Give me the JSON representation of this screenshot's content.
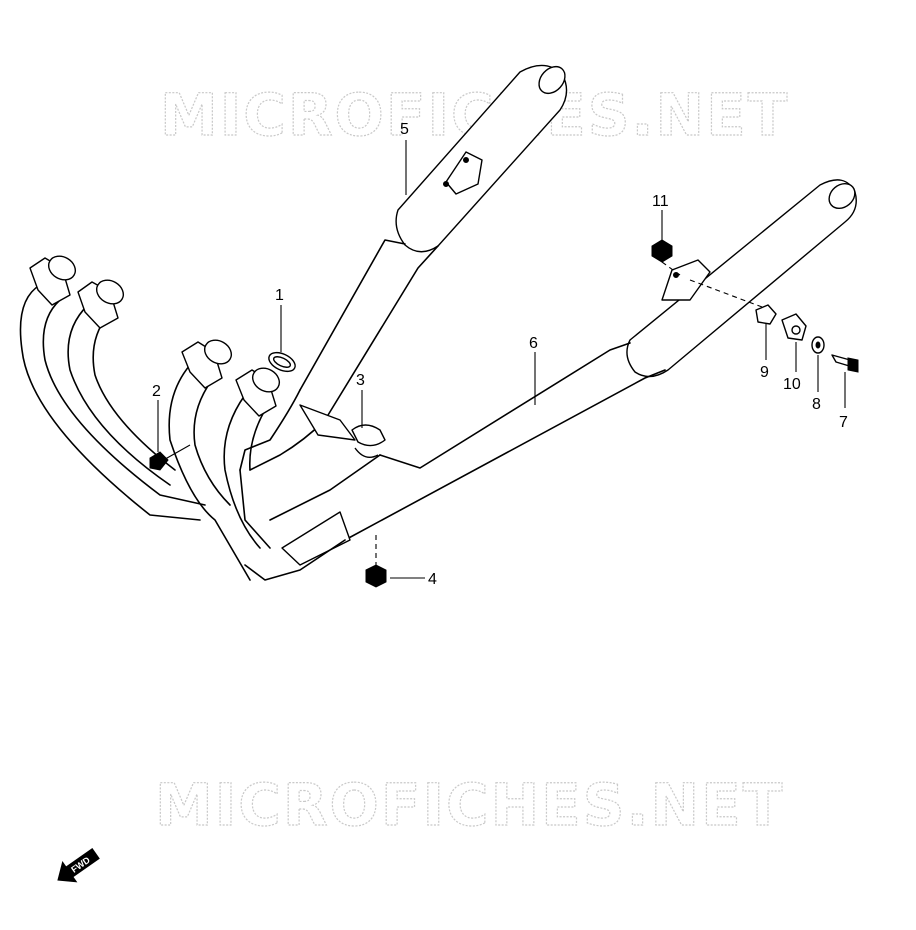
{
  "watermarks": [
    {
      "text": "MICROFICHES.NET"
    },
    {
      "text": "MICROFICHES.NET"
    }
  ],
  "callouts": [
    {
      "id": "1",
      "label": "1"
    },
    {
      "id": "2",
      "label": "2"
    },
    {
      "id": "3",
      "label": "3"
    },
    {
      "id": "4",
      "label": "4"
    },
    {
      "id": "5",
      "label": "5"
    },
    {
      "id": "6",
      "label": "6"
    },
    {
      "id": "7",
      "label": "7"
    },
    {
      "id": "8",
      "label": "8"
    },
    {
      "id": "9",
      "label": "9"
    },
    {
      "id": "10",
      "label": "10"
    },
    {
      "id": "11",
      "label": "11"
    }
  ],
  "direction_badge": {
    "label": "FWD",
    "icon": "fwd-arrow-icon"
  },
  "colors": {
    "line": "#000000",
    "watermark": "#c9c9c9",
    "background": "#ffffff"
  }
}
